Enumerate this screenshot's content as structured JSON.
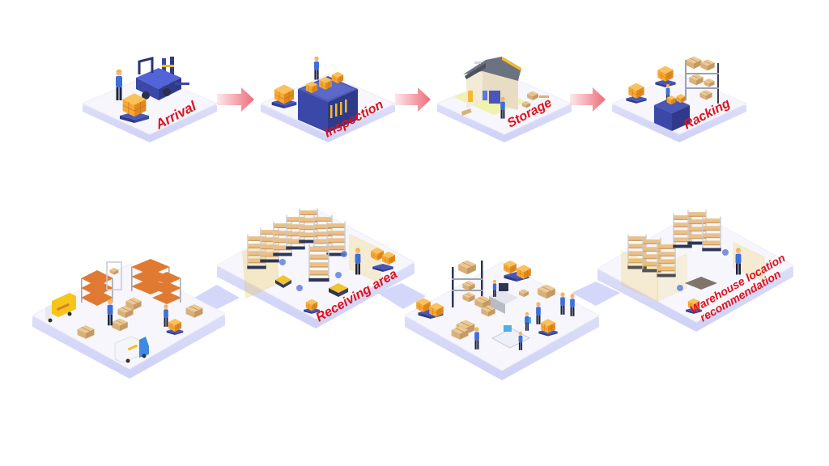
{
  "diagram": {
    "title": "Warehouse process flow",
    "colors": {
      "label": "#e0101c",
      "arrow": "#ee6b78",
      "tile_top": "#f6f6fc",
      "tile_side": "#dcdcf7",
      "connector": "#d4d6fa",
      "box": "#f7a833",
      "box_dark": "#e08a1e",
      "machine": "#3b48a8",
      "shelf_orange": "#e07a32",
      "carton": "#d8b07a",
      "fence": "#f2c230",
      "worker_shirt": "#3f6fd8"
    },
    "top_row": {
      "steps": [
        {
          "id": "arrival",
          "label": "Arrival",
          "icon": "forklift-icon"
        },
        {
          "id": "inspection",
          "label": "Inspection",
          "icon": "conveyor-inspection-icon"
        },
        {
          "id": "storage",
          "label": "Storage",
          "icon": "warehouse-building-icon"
        },
        {
          "id": "racking",
          "label": "Racking",
          "icon": "rack-shelf-icon"
        }
      ],
      "arrows": [
        "arrival-to-inspection",
        "inspection-to-storage",
        "storage-to-racking"
      ]
    },
    "bottom_row": {
      "zones": [
        {
          "id": "loading-dock",
          "label": "",
          "icon": "warehouse-floor-icon"
        },
        {
          "id": "receiving-area",
          "label": "Receiving area",
          "icon": "robotic-shelving-icon"
        },
        {
          "id": "office-processing",
          "label": "",
          "icon": "office-desk-icon"
        },
        {
          "id": "warehouse-location",
          "label_line1": "Warehouse location",
          "label_line2": "recommendation",
          "icon": "fenced-rack-icon"
        }
      ]
    }
  }
}
